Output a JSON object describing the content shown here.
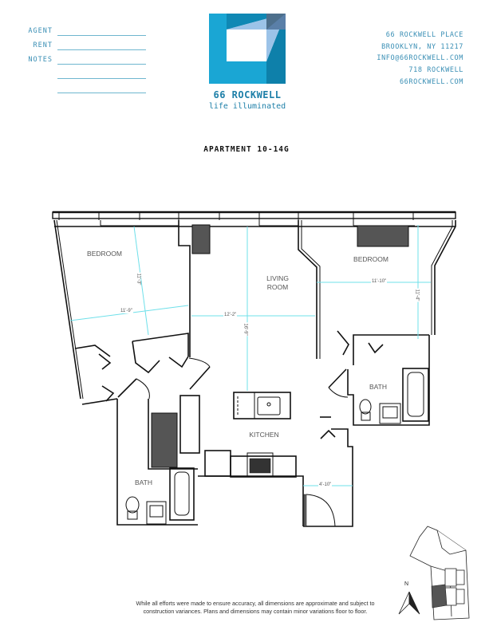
{
  "form": {
    "fields": [
      {
        "label": "AGENT",
        "value": ""
      },
      {
        "label": "RENT",
        "value": ""
      },
      {
        "label": "NOTES",
        "value": ""
      },
      {
        "label": "",
        "value": ""
      },
      {
        "label": "",
        "value": ""
      }
    ]
  },
  "brand": {
    "name": "66 ROCKWELL",
    "tagline": "life illuminated",
    "colors": {
      "primary": "#1aa6d4",
      "dark": "#0e7fa6",
      "light": "#8fb5e0",
      "accent": "#4d6f8c"
    }
  },
  "address": {
    "lines": [
      "66 ROCKWELL PLACE",
      "BROOKLYN, NY 11217",
      "INFO@66ROCKWELL.COM",
      "718 ROCKWELL",
      "66ROCKWELL.COM"
    ]
  },
  "apartment": {
    "title": "APARTMENT 10-14G"
  },
  "rooms": {
    "bedroom_left": {
      "label": "BEDROOM",
      "width": "11'-9\"",
      "depth": "11'-3\""
    },
    "living": {
      "label": "LIVING\nROOM",
      "label_line1": "LIVING",
      "label_line2": "ROOM",
      "width": "12'-2\"",
      "depth": "16'-9\""
    },
    "bedroom_right": {
      "label": "BEDROOM",
      "width": "11'-10\"",
      "depth": "11'-4\""
    },
    "bath_right": {
      "label": "BATH"
    },
    "kitchen": {
      "label": "KITCHEN"
    },
    "bath_left": {
      "label": "BATH"
    },
    "foyer": {
      "width": "4'-10\""
    }
  },
  "compass": {
    "label": "N"
  },
  "disclaimer": {
    "line1": "While all efforts were made to ensure accuracy, all dimensions are approximate and subject to",
    "line2": "construction variances. Plans and dimensions may contain minor variations floor to floor."
  }
}
